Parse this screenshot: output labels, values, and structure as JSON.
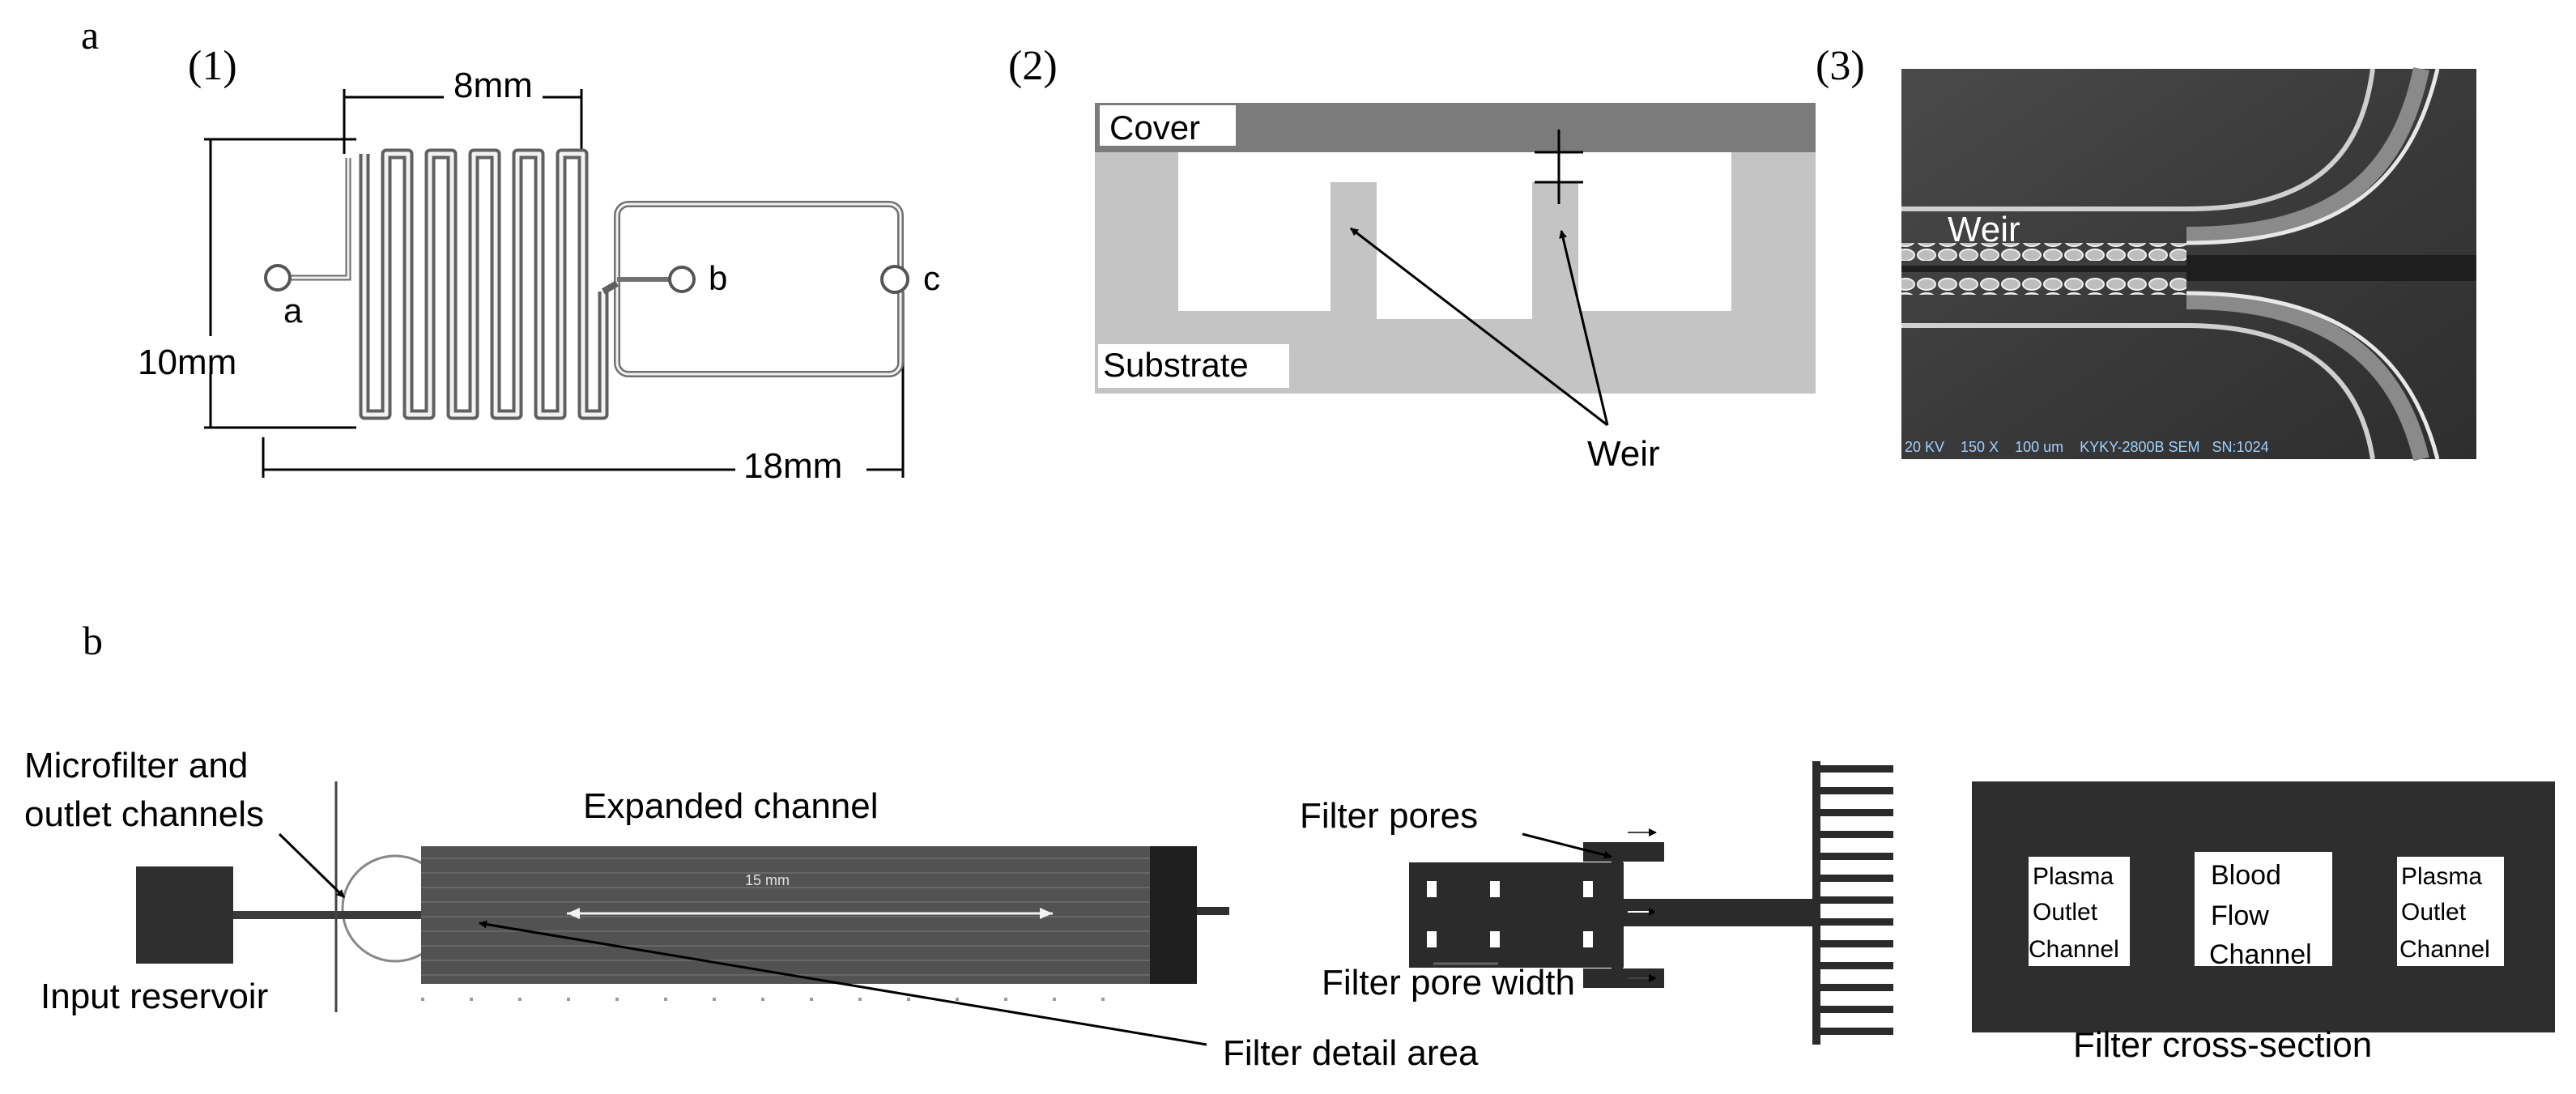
{
  "panel_a": {
    "label": "a",
    "sub1": {
      "label": "(1)",
      "dim_width": "8mm",
      "dim_height": "10mm",
      "dim_length": "18mm",
      "port_a": "a",
      "port_b": "b",
      "port_c": "c"
    },
    "sub2": {
      "label": "(2)",
      "cover": "Cover",
      "substrate": "Substrate",
      "weir": "Weir"
    },
    "sub3": {
      "label": "(3)",
      "weir": "Weir",
      "sem_footer": "20 KV    150 X    100 um    KYKY-2800B SEM   SN:1024"
    }
  },
  "panel_b": {
    "label": "b",
    "microfilter_line1": "Microfilter and",
    "microfilter_line2": "outlet channels",
    "expanded_channel": "Expanded channel",
    "scale_text": "15 mm",
    "input_reservoir": "Input reservoir",
    "filter_detail_area": "Filter detail area",
    "filter_pores": "Filter pores",
    "filter_pore_width": "Filter pore width",
    "cross_section": {
      "left_line1": "Plasma",
      "left_line2": "Outlet",
      "left_line3": "Channel",
      "mid_line1": "Blood",
      "mid_line2": "Flow",
      "mid_line3": "Channel",
      "right_line1": "Plasma",
      "right_line2": "Outlet",
      "right_line3": "Channel",
      "caption": "Filter cross-section"
    }
  }
}
